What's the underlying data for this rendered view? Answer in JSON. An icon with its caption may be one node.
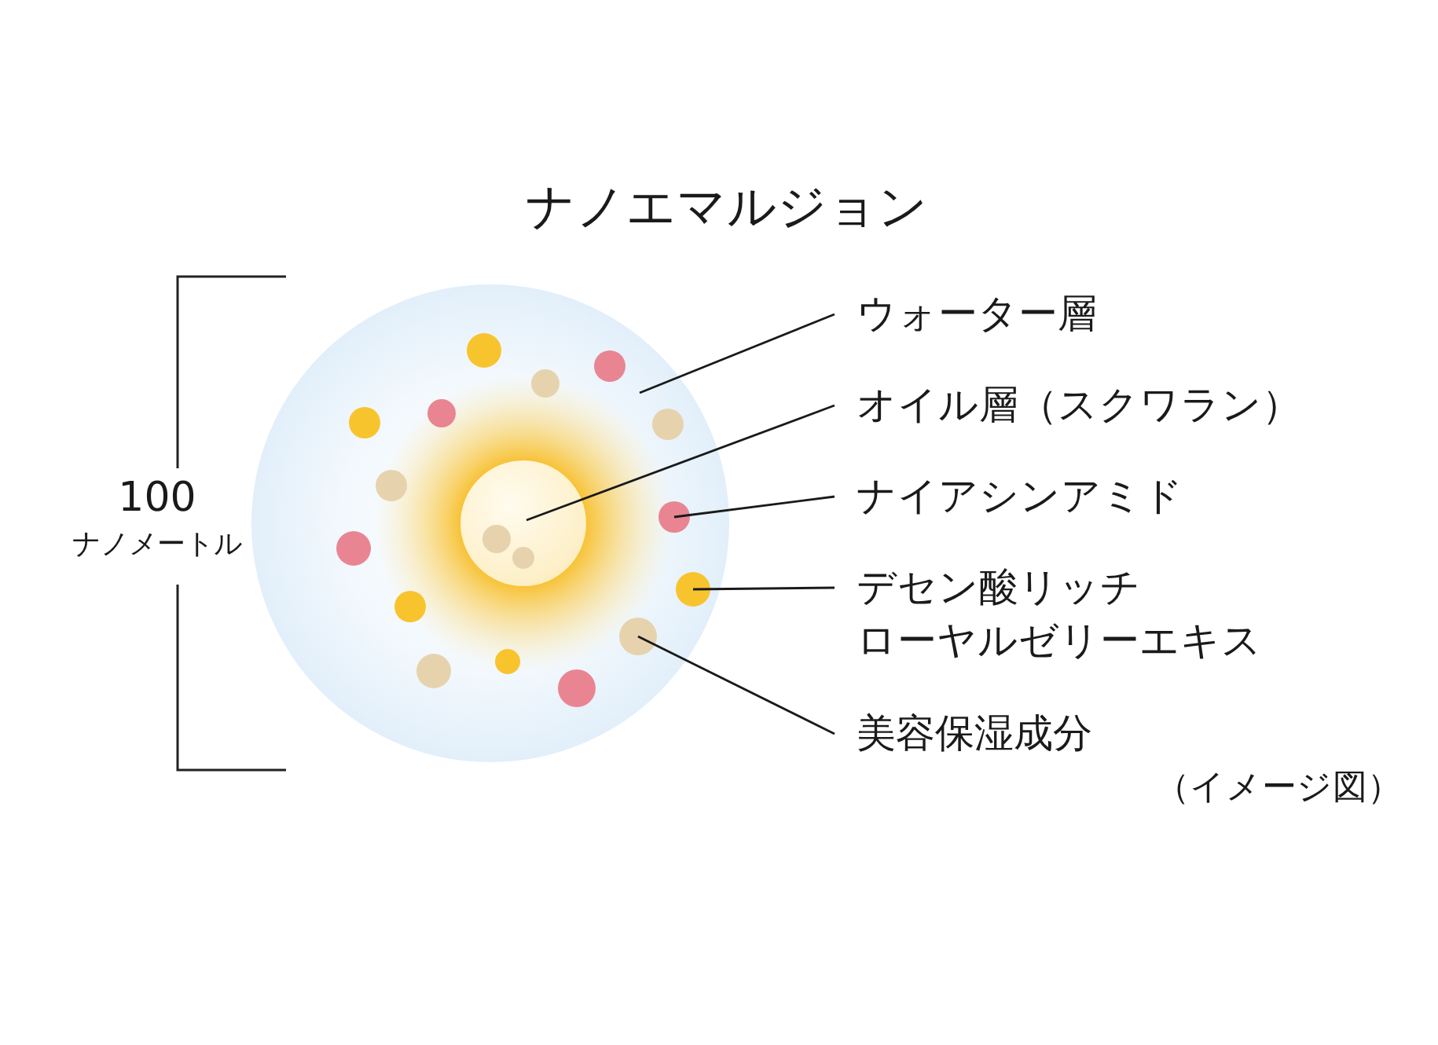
{
  "diagram": {
    "title": "ナノエマルジョン",
    "nodes": [
      {
        "text": [],
        "shape": "circle"
      },
      {
        "text": [],
        "shape": "circle",
        "in": 0
      },
      {
        "text": [],
        "shape": "circle",
        "in": 0
      },
      {
        "text": [],
        "shape": "circle",
        "in": 0
      },
      {
        "text": [],
        "shape": "circle",
        "in": 0
      },
      {
        "text": [
          "ウォーター層"
        ]
      },
      {
        "text": [
          "オイル層（スクワラン）"
        ]
      },
      {
        "text": [
          "ナイアシンアミド"
        ]
      },
      {
        "text": [
          "デセン酸リッチ",
          "ローヤルゼリーエキス"
        ]
      },
      {
        "text": [
          "美容保湿成分"
        ]
      }
    ],
    "edges": [
      {
        "from": 5,
        "to": 0,
        "arrow": "none"
      },
      {
        "from": 6,
        "to": 1,
        "arrow": "none"
      },
      {
        "from": 7,
        "to": 2,
        "arrow": "none"
      },
      {
        "from": 8,
        "to": 3,
        "arrow": "none"
      },
      {
        "from": 9,
        "to": 4,
        "arrow": "none"
      }
    ],
    "labels": [
      "100",
      "ナノメートル",
      "（イメージ図）"
    ]
  }
}
